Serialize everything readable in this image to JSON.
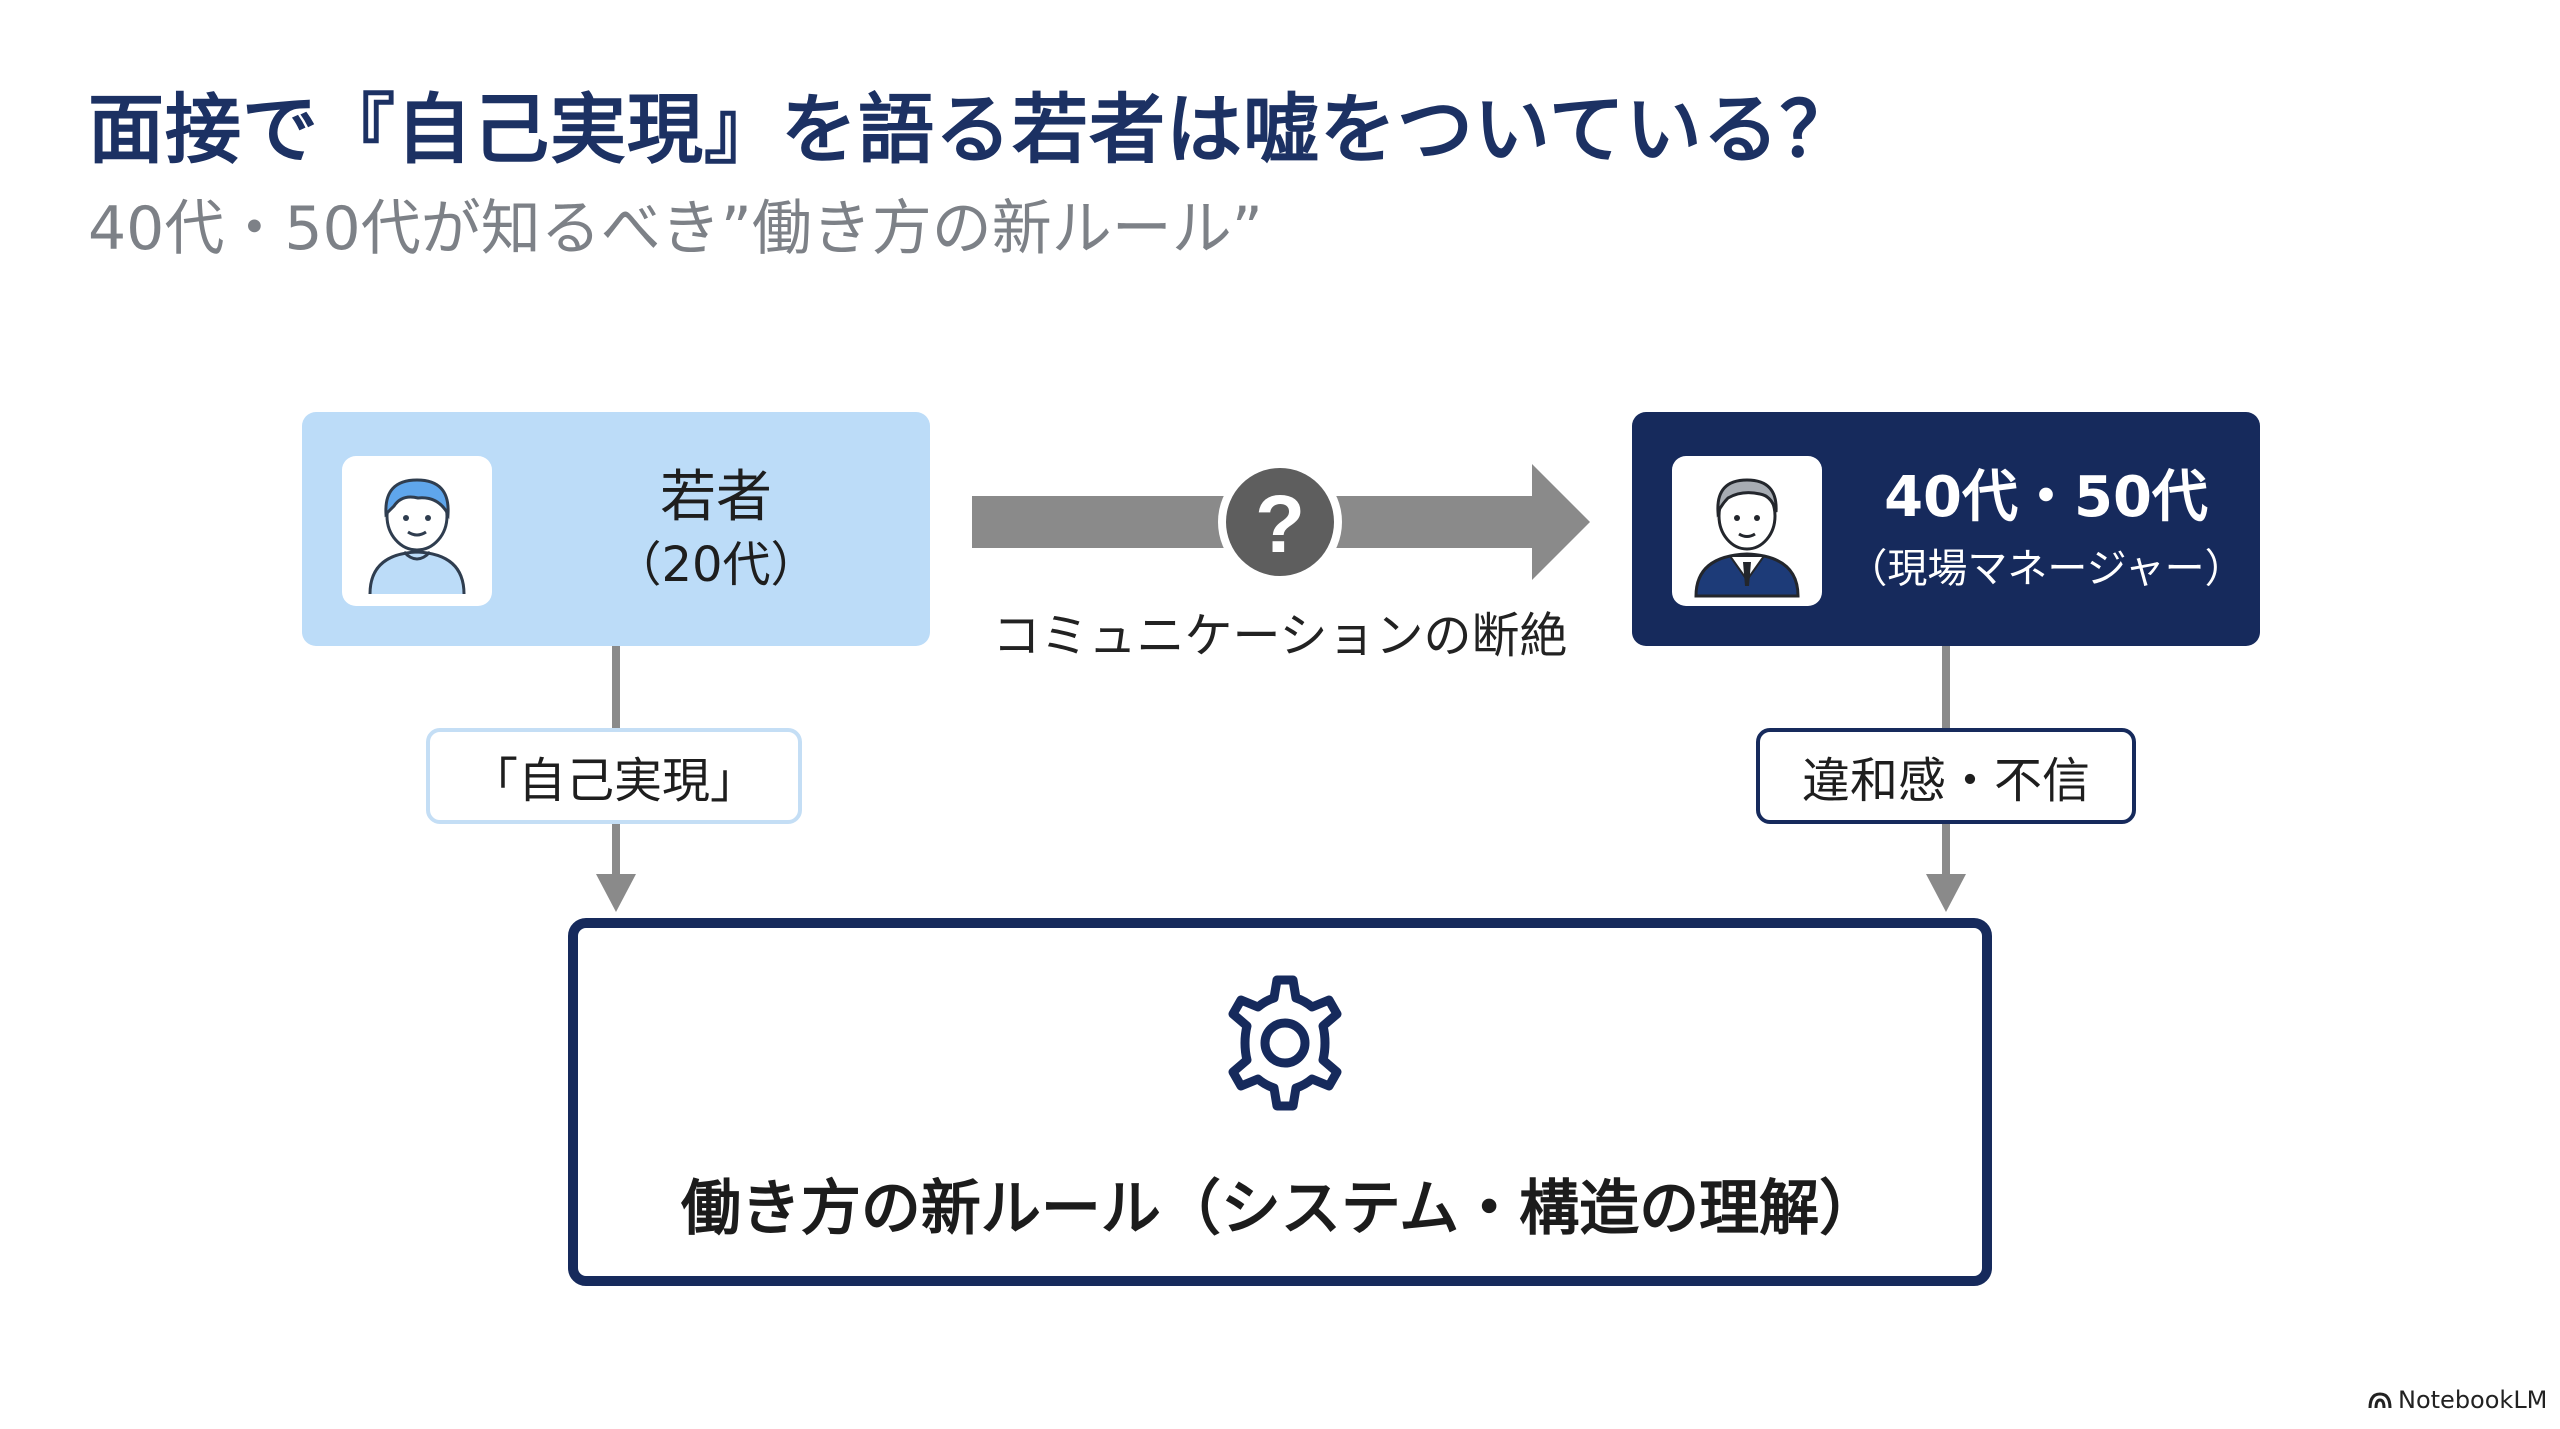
{
  "title": "面接で『自己実現』を語る若者は嘘をついている？",
  "subtitle": "40代・50代が知るべき”働き方の新ルール”",
  "young": {
    "name": "若者",
    "sub": "（20代）"
  },
  "senior": {
    "name": "40代・50代",
    "sub": "（現場マネージャー）"
  },
  "communication": {
    "symbol": "?",
    "label": "コミュニケーションの断絶"
  },
  "young_label": "「自己実現」",
  "senior_label": "違和感・不信",
  "rules": {
    "label": "働き方の新ルール（システム・構造の理解）"
  },
  "brand": "NotebookLM",
  "colors": {
    "navy": "#162a5c",
    "light_blue": "#bcdcf8",
    "gray": "#8a8a8a",
    "title": "#1c3163"
  }
}
